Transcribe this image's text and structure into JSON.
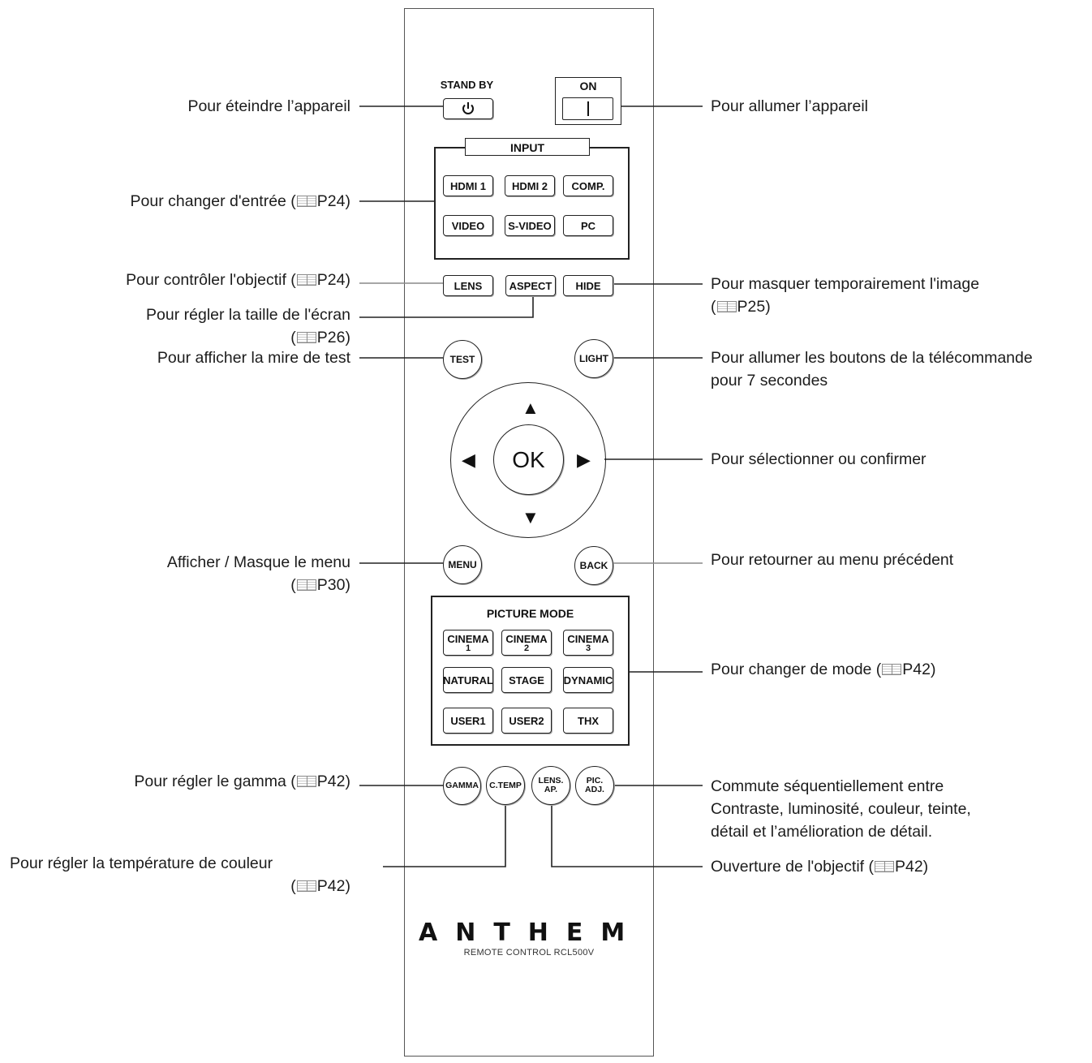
{
  "remote": {
    "standby_label": "STAND BY",
    "on_label": "ON",
    "input_title": "INPUT",
    "input_buttons": [
      "HDMI 1",
      "HDMI 2",
      "COMP.",
      "VIDEO",
      "S-VIDEO",
      "PC"
    ],
    "lens": "LENS",
    "aspect": "ASPECT",
    "hide": "HIDE",
    "test": "TEST",
    "light": "LIGHT",
    "ok": "OK",
    "menu": "MENU",
    "back": "BACK",
    "picture_mode_title": "PICTURE MODE",
    "picture_modes": [
      {
        "label": "CINEMA",
        "sub": "1"
      },
      {
        "label": "CINEMA",
        "sub": "2"
      },
      {
        "label": "CINEMA",
        "sub": "3"
      },
      {
        "label": "NATURAL",
        "sub": ""
      },
      {
        "label": "STAGE",
        "sub": ""
      },
      {
        "label": "DYNAMIC",
        "sub": ""
      },
      {
        "label": "USER1",
        "sub": ""
      },
      {
        "label": "USER2",
        "sub": ""
      },
      {
        "label": "THX",
        "sub": ""
      }
    ],
    "gamma": "GAMMA",
    "ctemp": "C.TEMP",
    "lens_ap_1": "LENS.",
    "lens_ap_2": "AP.",
    "pic_adj_1": "PIC.",
    "pic_adj_2": "ADJ.",
    "brand": "ANTHEM",
    "model": "REMOTE CONTROL RCL500V"
  },
  "callouts": {
    "standby": "Pour éteindre l’appareil",
    "on": "Pour allumer l’appareil",
    "input": "Pour changer d'entrée (",
    "input_ref": "P24)",
    "lens": "Pour contrôler l'objectif (",
    "lens_ref": "P24)",
    "aspect": "Pour régler la taille de l'écran",
    "aspect_ref": "(",
    "aspect_ref2": "P26)",
    "hide": "Pour masquer temporairement l'image",
    "hide_ref": "(",
    "hide_ref2": "P25)",
    "test": "Pour afficher la mire de test",
    "light_1": "Pour allumer les boutons de la télécommande",
    "light_2": "pour 7 secondes",
    "ok": "Pour sélectionner ou confirmer",
    "menu": "Afficher / Masque le menu",
    "menu_ref": "(",
    "menu_ref2": "P30)",
    "back": "Pour retourner au menu précédent",
    "picture_mode": "Pour changer de mode (",
    "picture_mode_ref": "P42)",
    "gamma": "Pour régler le gamma (",
    "gamma_ref": "P42)",
    "pic_adj_1": "Commute  séquentiellement  entre",
    "pic_adj_2": "Contraste, luminosité, couleur, teinte,",
    "pic_adj_3": "détail et l’amélioration de détail.",
    "ctemp": "Pour régler la température de couleur",
    "ctemp_ref": "(",
    "ctemp_ref2": "P42)",
    "lens_ap": "Ouverture de l'objectif (",
    "lens_ap_ref": "P42)"
  }
}
